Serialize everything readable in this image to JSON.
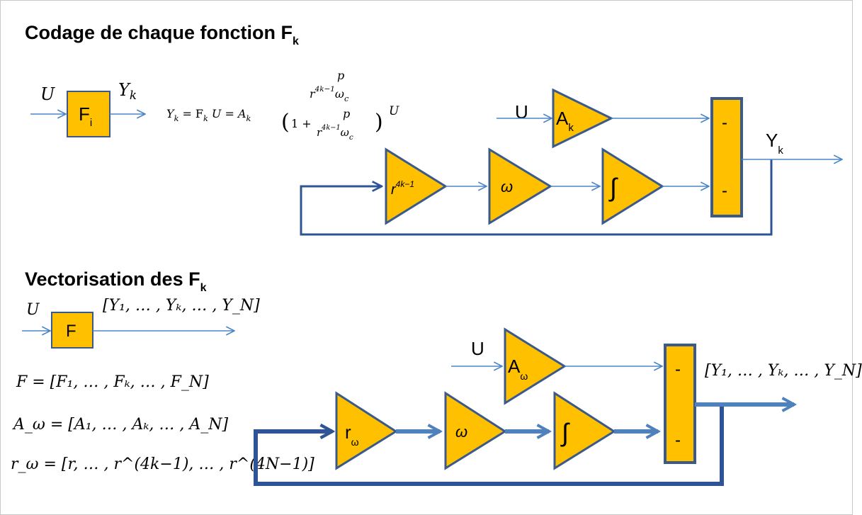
{
  "section1": {
    "title_main": "Codage de chaque fonction F",
    "title_sub": "k",
    "block_input": "U",
    "block_output_base": "Y",
    "block_output_sub": "k",
    "block_label_base": "F",
    "block_label_sub": "i",
    "transfer_eq": {
      "lhs": "Y",
      "lhs_sub": "k",
      "mid": "= F",
      "mid_sub": "k",
      "mid2": "U = A",
      "mid2_sub": "k",
      "num_p": "p",
      "num_r": "r",
      "num_exp": "4k−1",
      "num_w": "ω",
      "num_w_sub": "c",
      "den_one_plus": "1 +",
      "den_p": "p",
      "den_r": "r",
      "den_exp": "4k−1",
      "den_w": "ω",
      "den_w_sub": "c",
      "tail": "U"
    },
    "diagram": {
      "input_label": "U",
      "gain_label": "A",
      "gain_sub": "k",
      "r_label": "r",
      "r_exp": "4k−1",
      "omega_label": "ω",
      "integrator_label": "∫",
      "sum_minus_top": "-",
      "sum_minus_bottom": "-",
      "output_label": "Y",
      "output_sub": "k"
    }
  },
  "section2": {
    "title_main": "Vectorisation des F",
    "title_sub": "k",
    "block_input": "U",
    "block_label": "F",
    "block_output": "[Y₁, … , Yₖ, … , Y_N]",
    "eq_F": "F = [F₁, … , Fₖ, … , F_N]",
    "eq_A": "A_ω = [A₁, … , Aₖ, … , A_N]",
    "eq_r": "r_ω = [r, … , r^(4k−1), … , r^(4N−1)]",
    "diagram": {
      "input_label": "U",
      "gain_label": "A",
      "gain_sub": "ω",
      "r_label": "r",
      "r_sub": "ω",
      "omega_label": "ω",
      "integrator_label": "∫",
      "sum_minus_top": "-",
      "sum_minus_bottom": "-",
      "output_label": "[Y₁, … , Yₖ, … , Y_N]"
    }
  },
  "colors": {
    "block_fill": "#ffc000",
    "block_stroke": "#3b5a8a",
    "thin_arrow": "#4a86c6",
    "thick_arrow": "#4f81bd",
    "feedback": "#2f5496"
  }
}
